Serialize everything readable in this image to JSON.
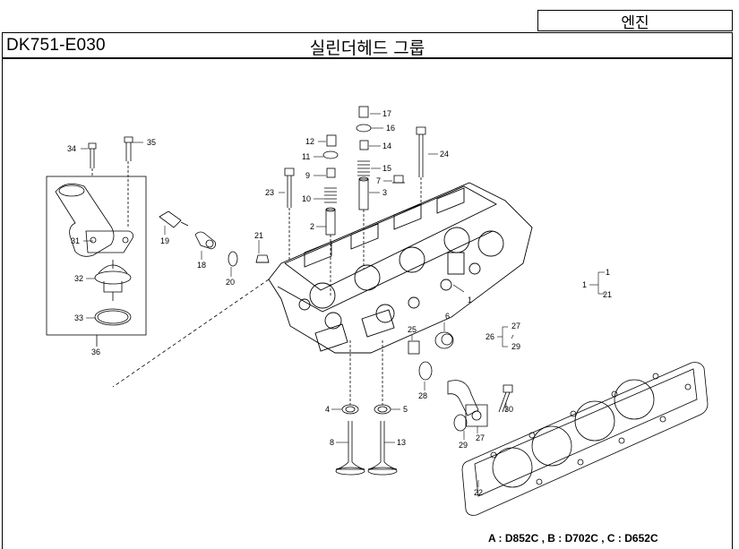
{
  "header": {
    "section": "엔진",
    "code": "DK751-E030",
    "title": "실린더헤드 그룹"
  },
  "legend": "A : D852C , B : D702C , C : D652C",
  "callouts": {
    "p1": "1",
    "p2": "2",
    "p3": "3",
    "p4": "4",
    "p5": "5",
    "p6": "6",
    "p7": "7",
    "p8": "8",
    "p9": "9",
    "p10": "10",
    "p11": "11",
    "p12": "12",
    "p13": "13",
    "p14": "14",
    "p15": "15",
    "p16": "16",
    "p17": "17",
    "p18": "18",
    "p19": "19",
    "p20": "20",
    "p21": "21",
    "p22": "22",
    "p23": "23",
    "p24": "24",
    "p25": "25",
    "p26": "26",
    "p27": "27",
    "p28": "28",
    "p29": "29",
    "p30": "30",
    "p31": "31",
    "p32": "32",
    "p33": "33",
    "p34": "34",
    "p35": "35",
    "p36": "36"
  },
  "groups": {
    "g1": {
      "main": "1",
      "a": "1",
      "b": "21"
    },
    "g26": {
      "main": "26",
      "a": "27",
      "b": "29"
    }
  }
}
